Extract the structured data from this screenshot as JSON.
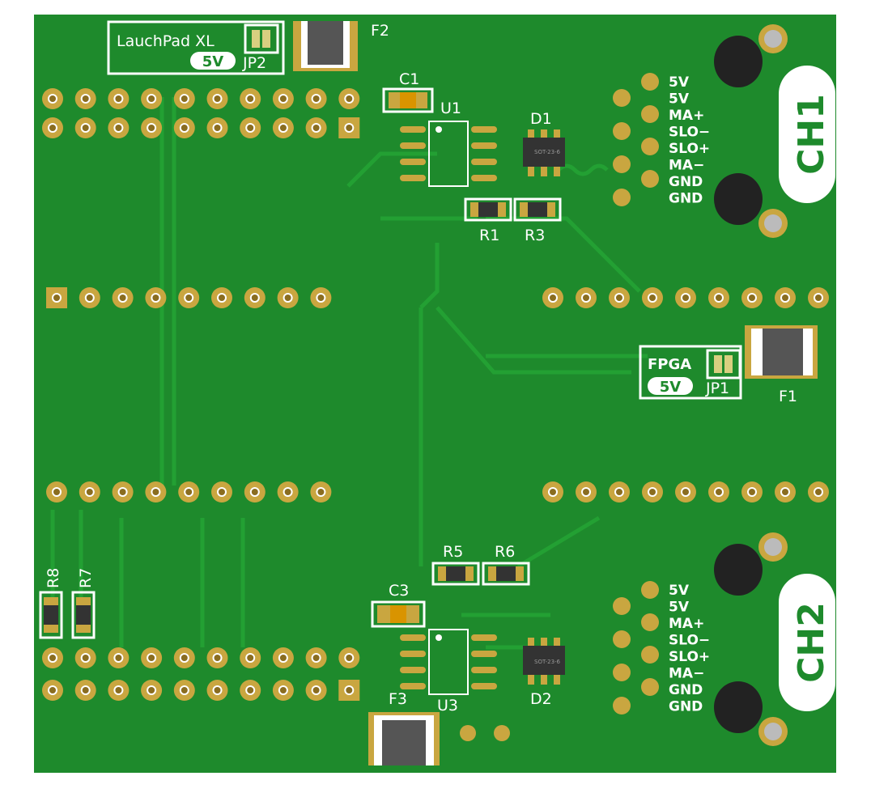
{
  "board": {
    "colors": {
      "board": "#1e8a2c",
      "trace": "#23a033",
      "pad": "#c9a640",
      "silk": "#ffffff",
      "chip": "#333333"
    },
    "launchpad_label": "LauchPad XL",
    "launchpad_voltage": "5V",
    "jp2": "JP2",
    "fpga_label": "FPGA",
    "fpga_voltage": "5V",
    "jp1": "JP1",
    "components": {
      "F1": "F1",
      "F2": "F2",
      "F3": "F3",
      "C1": "C1",
      "C3": "C3",
      "U1": "U1",
      "U3": "U3",
      "D1": "D1",
      "D2": "D2",
      "R1": "R1",
      "R3": "R3",
      "R5": "R5",
      "R6": "R6",
      "R7": "R7",
      "R8": "R8"
    },
    "chip_marking": "SOT-23-6",
    "ch1": {
      "title": "CH1",
      "pins": [
        "5V",
        "5V",
        "MA+",
        "SLO−",
        "SLO+",
        "MA−",
        "GND",
        "GND"
      ]
    },
    "ch2": {
      "title": "CH2",
      "pins": [
        "5V",
        "5V",
        "MA+",
        "SLO−",
        "SLO+",
        "MA−",
        "GND",
        "GND"
      ]
    }
  }
}
